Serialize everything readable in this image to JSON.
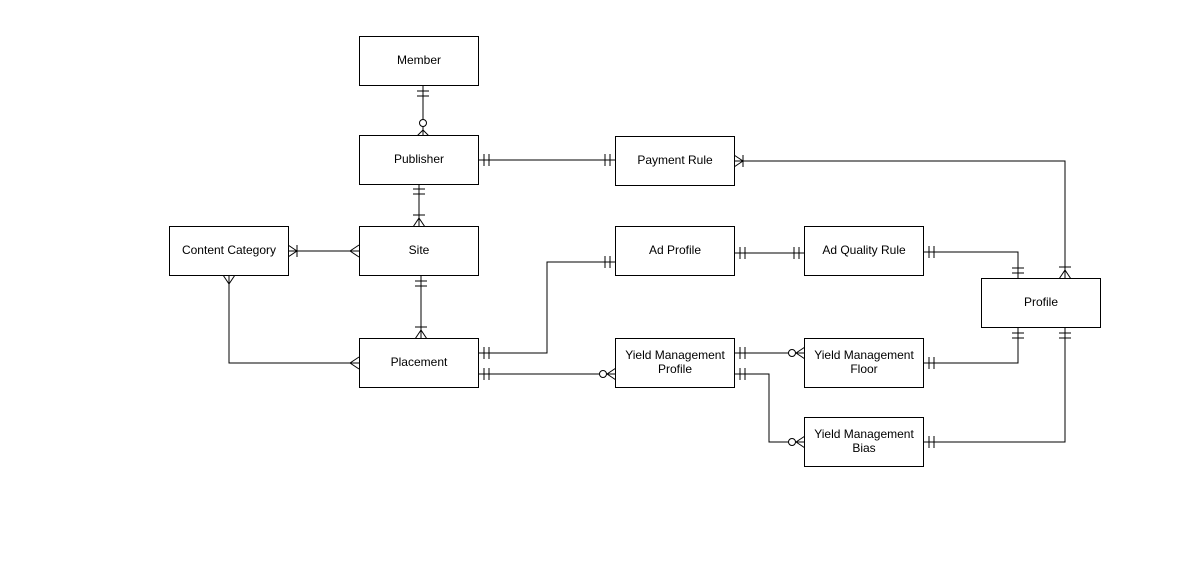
{
  "diagram": {
    "entities": {
      "member": "Member",
      "publisher": "Publisher",
      "payment_rule": "Payment Rule",
      "site": "Site",
      "content_category": "Content Category",
      "ad_profile": "Ad Profile",
      "ad_quality_rule": "Ad Quality Rule",
      "profile": "Profile",
      "placement": "Placement",
      "ym_profile_l1": "Yield Management",
      "ym_profile_l2": "Profile",
      "ym_floor_l1": "Yield Management",
      "ym_floor_l2": "Floor",
      "ym_bias_l1": "Yield Management",
      "ym_bias_l2": "Bias"
    }
  }
}
